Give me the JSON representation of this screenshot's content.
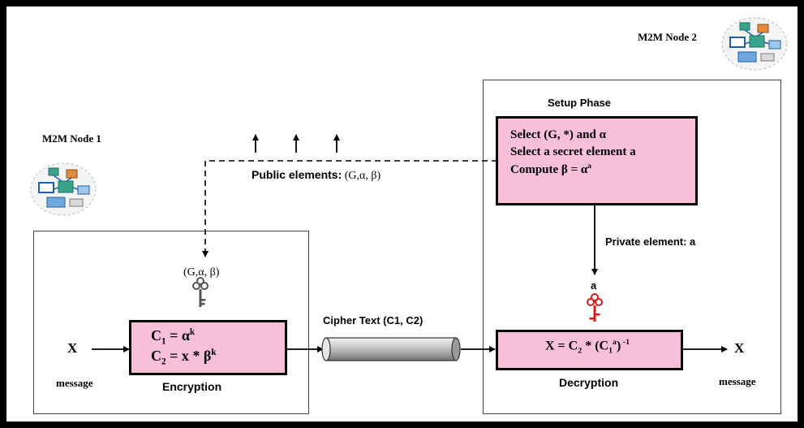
{
  "node1": {
    "label": "M2M Node 1"
  },
  "node2": {
    "label": "M2M Node 2"
  },
  "setup": {
    "title": "Setup Phase",
    "line1": "Select (G, *) and α",
    "line2": "Select a secret element a",
    "line3_prefix": "Compute β = α",
    "line3_sup": "a"
  },
  "public_elements": {
    "label": "Public elements:",
    "value": "(G,α, β)"
  },
  "encryption": {
    "params": "(G,α, β)",
    "c1_base": "C",
    "c1_sub": "1",
    "c1_mid": " = α",
    "c1_sup": "k",
    "c2_base": "C",
    "c2_sub": "2",
    "c2_mid": " = x * β",
    "c2_sup": "k",
    "title": "Encryption"
  },
  "input": {
    "symbol": "X",
    "caption": "message"
  },
  "cipher": {
    "label": "Cipher Text (C1, C2)"
  },
  "private_element": {
    "label": "Private element: a",
    "value": "a"
  },
  "decryption": {
    "eq_prefix": "X = C",
    "eq_sub1": "2",
    "eq_mid": " * (C",
    "eq_sub2": "1",
    "eq_sup_a": "a",
    "eq_close": ")",
    "eq_sup_inv": " -1",
    "title": "Decryption"
  },
  "output": {
    "symbol": "X",
    "caption": "message"
  },
  "colors": {
    "box_fill": "#f7bfd8",
    "key_red": "#d81a1a",
    "key_gray": "#666666",
    "cylinder": "#b8b8b8"
  },
  "icons": [
    "device-network-icon",
    "key-icon"
  ]
}
